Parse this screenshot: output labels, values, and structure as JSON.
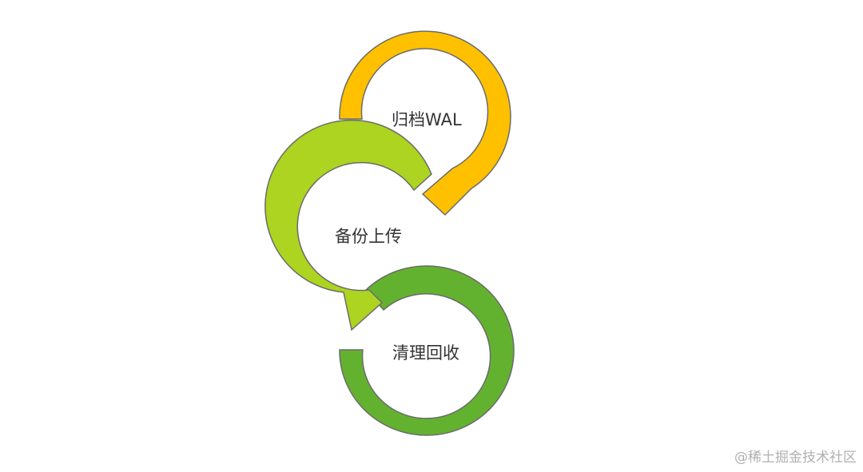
{
  "steps": [
    {
      "label": "归档WAL",
      "color": "#ffc000"
    },
    {
      "label": "备份上传",
      "color": "#acd420"
    },
    {
      "label": "清理回收",
      "color": "#63b22f"
    }
  ],
  "outline_color": "#6b6b6b",
  "watermark": "@稀土掘金技术社区"
}
